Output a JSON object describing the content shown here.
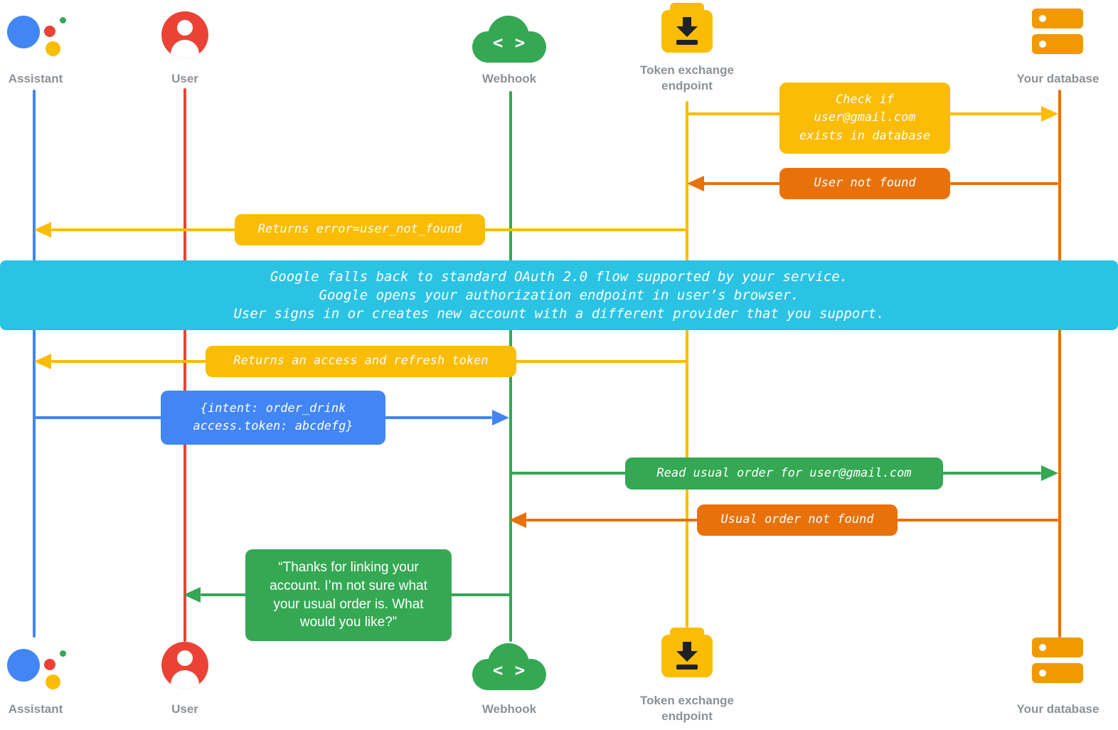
{
  "actors": {
    "assistant": "Assistant",
    "user": "User",
    "webhook": "Webhook",
    "token_endpoint": "Token exchange\nendpoint",
    "database": "Your database"
  },
  "icons": {
    "webhook_glyph": "< >"
  },
  "messages": {
    "check_user_exists": "Check if\nuser@gmail.com\nexists in database",
    "user_not_found": "User not found",
    "returns_error": "Returns error=user_not_found",
    "oauth_fallback_note": "Google falls back to standard OAuth 2.0 flow supported by your service.\nGoogle opens your authorization endpoint in user’s browser.\nUser signs in or creates new account with a different provider that you support.",
    "returns_tokens": "Returns an access and refresh token",
    "intent_payload": "{intent: order_drink\naccess.token: abcdefg}",
    "read_usual_order": "Read usual order for user@gmail.com",
    "usual_order_not_found": "Usual order not found",
    "assistant_reply": "“Thanks for linking your account. I’m not sure what your usual order is. What would you like?”"
  },
  "colors": {
    "blue": "#4285F4",
    "red": "#EA4335",
    "green": "#34A853",
    "yellow": "#FBBC04",
    "orange": "#E8710A",
    "cyan_banner": "#2BC3E4",
    "database_orange": "#F29900",
    "label_gray": "#8C9196",
    "icon_dark": "#202124"
  }
}
